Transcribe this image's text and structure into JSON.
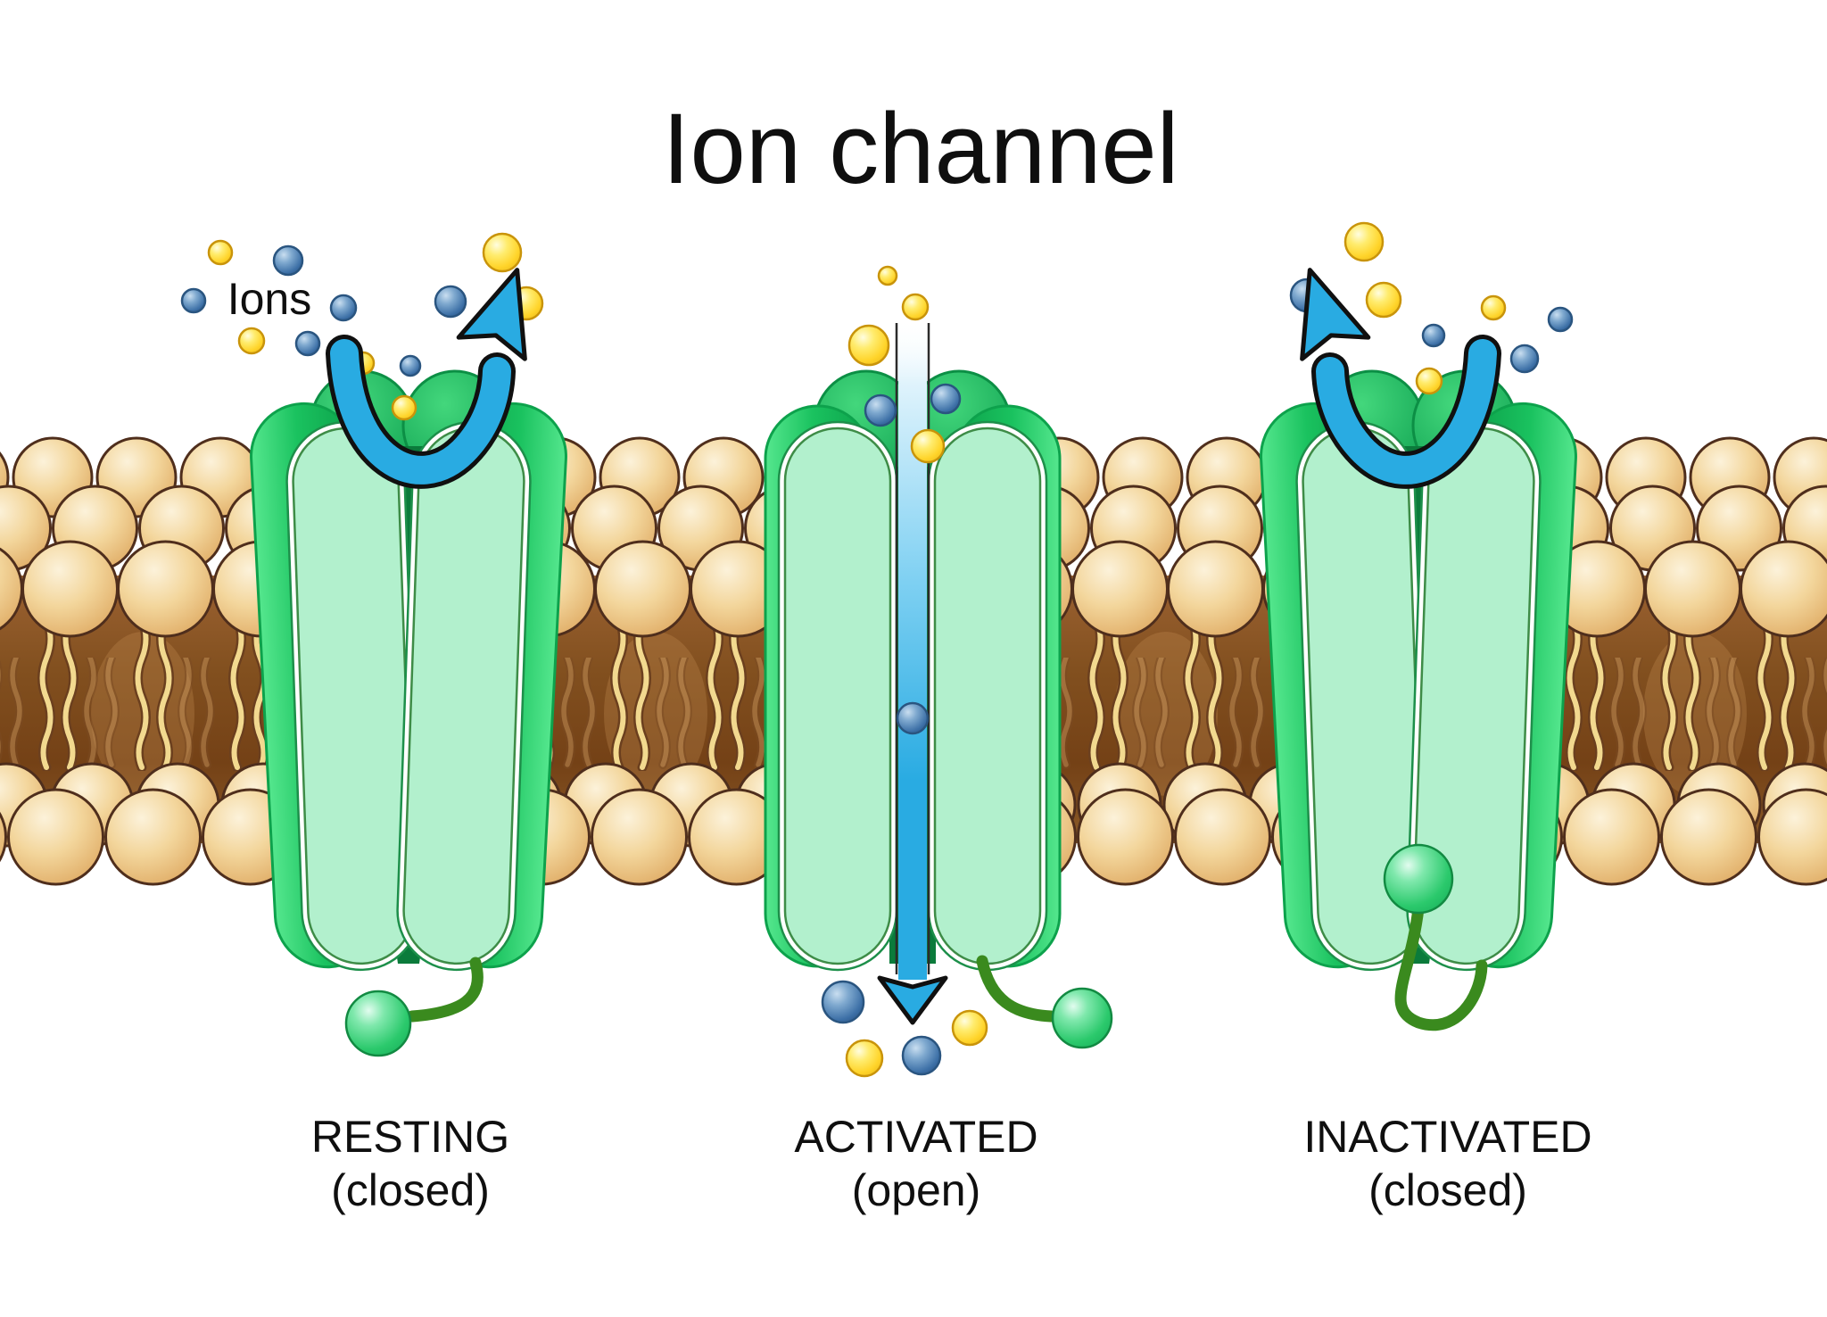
{
  "title": "Ion channel",
  "ions_label": "Ions",
  "states": [
    {
      "name": "RESTING",
      "qualifier": "(closed)"
    },
    {
      "name": "ACTIVATED",
      "qualifier": "(open)"
    },
    {
      "name": "INACTIVATED",
      "qualifier": "(closed)"
    }
  ],
  "colors": {
    "background": "#FFFFFF",
    "text": "#0F0F0F",
    "arrow_blue": "#29ABE2",
    "channel_green": "#17C05B",
    "channel_green_dark": "#0B7B3B",
    "channel_inner_mint": "#B2F0CD",
    "inactivation_ball_green": "#2BC96C",
    "tether_green": "#3A8A1E",
    "lipid_head_tan": "#F3D69C",
    "membrane_core_brown": "#7C4A1F",
    "ion_yellow": "#FFD42A",
    "ion_blue": "#3F74AE"
  },
  "ions": {
    "yellow": [
      [
        247,
        283,
        13
      ],
      [
        282,
        382,
        14
      ],
      [
        407,
        407,
        12
      ],
      [
        563,
        283,
        21
      ],
      [
        590,
        340,
        18
      ],
      [
        453,
        457,
        13
      ],
      [
        995,
        309,
        10
      ],
      [
        1026,
        344,
        14
      ],
      [
        974,
        387,
        22
      ],
      [
        1040,
        500,
        18
      ],
      [
        1087,
        1152,
        19
      ],
      [
        969,
        1186,
        20
      ],
      [
        1529,
        271,
        21
      ],
      [
        1551,
        336,
        19
      ],
      [
        1674,
        345,
        13
      ],
      [
        1602,
        427,
        14
      ]
    ],
    "blue": [
      [
        323,
        292,
        16
      ],
      [
        217,
        337,
        13
      ],
      [
        385,
        345,
        14
      ],
      [
        345,
        385,
        13
      ],
      [
        460,
        410,
        11
      ],
      [
        505,
        338,
        17
      ],
      [
        987,
        460,
        17
      ],
      [
        1060,
        447,
        16
      ],
      [
        1023,
        805,
        17
      ],
      [
        945,
        1123,
        23
      ],
      [
        1033,
        1183,
        21
      ],
      [
        1465,
        331,
        18
      ],
      [
        1607,
        376,
        12
      ],
      [
        1709,
        402,
        15
      ],
      [
        1749,
        358,
        13
      ]
    ]
  }
}
